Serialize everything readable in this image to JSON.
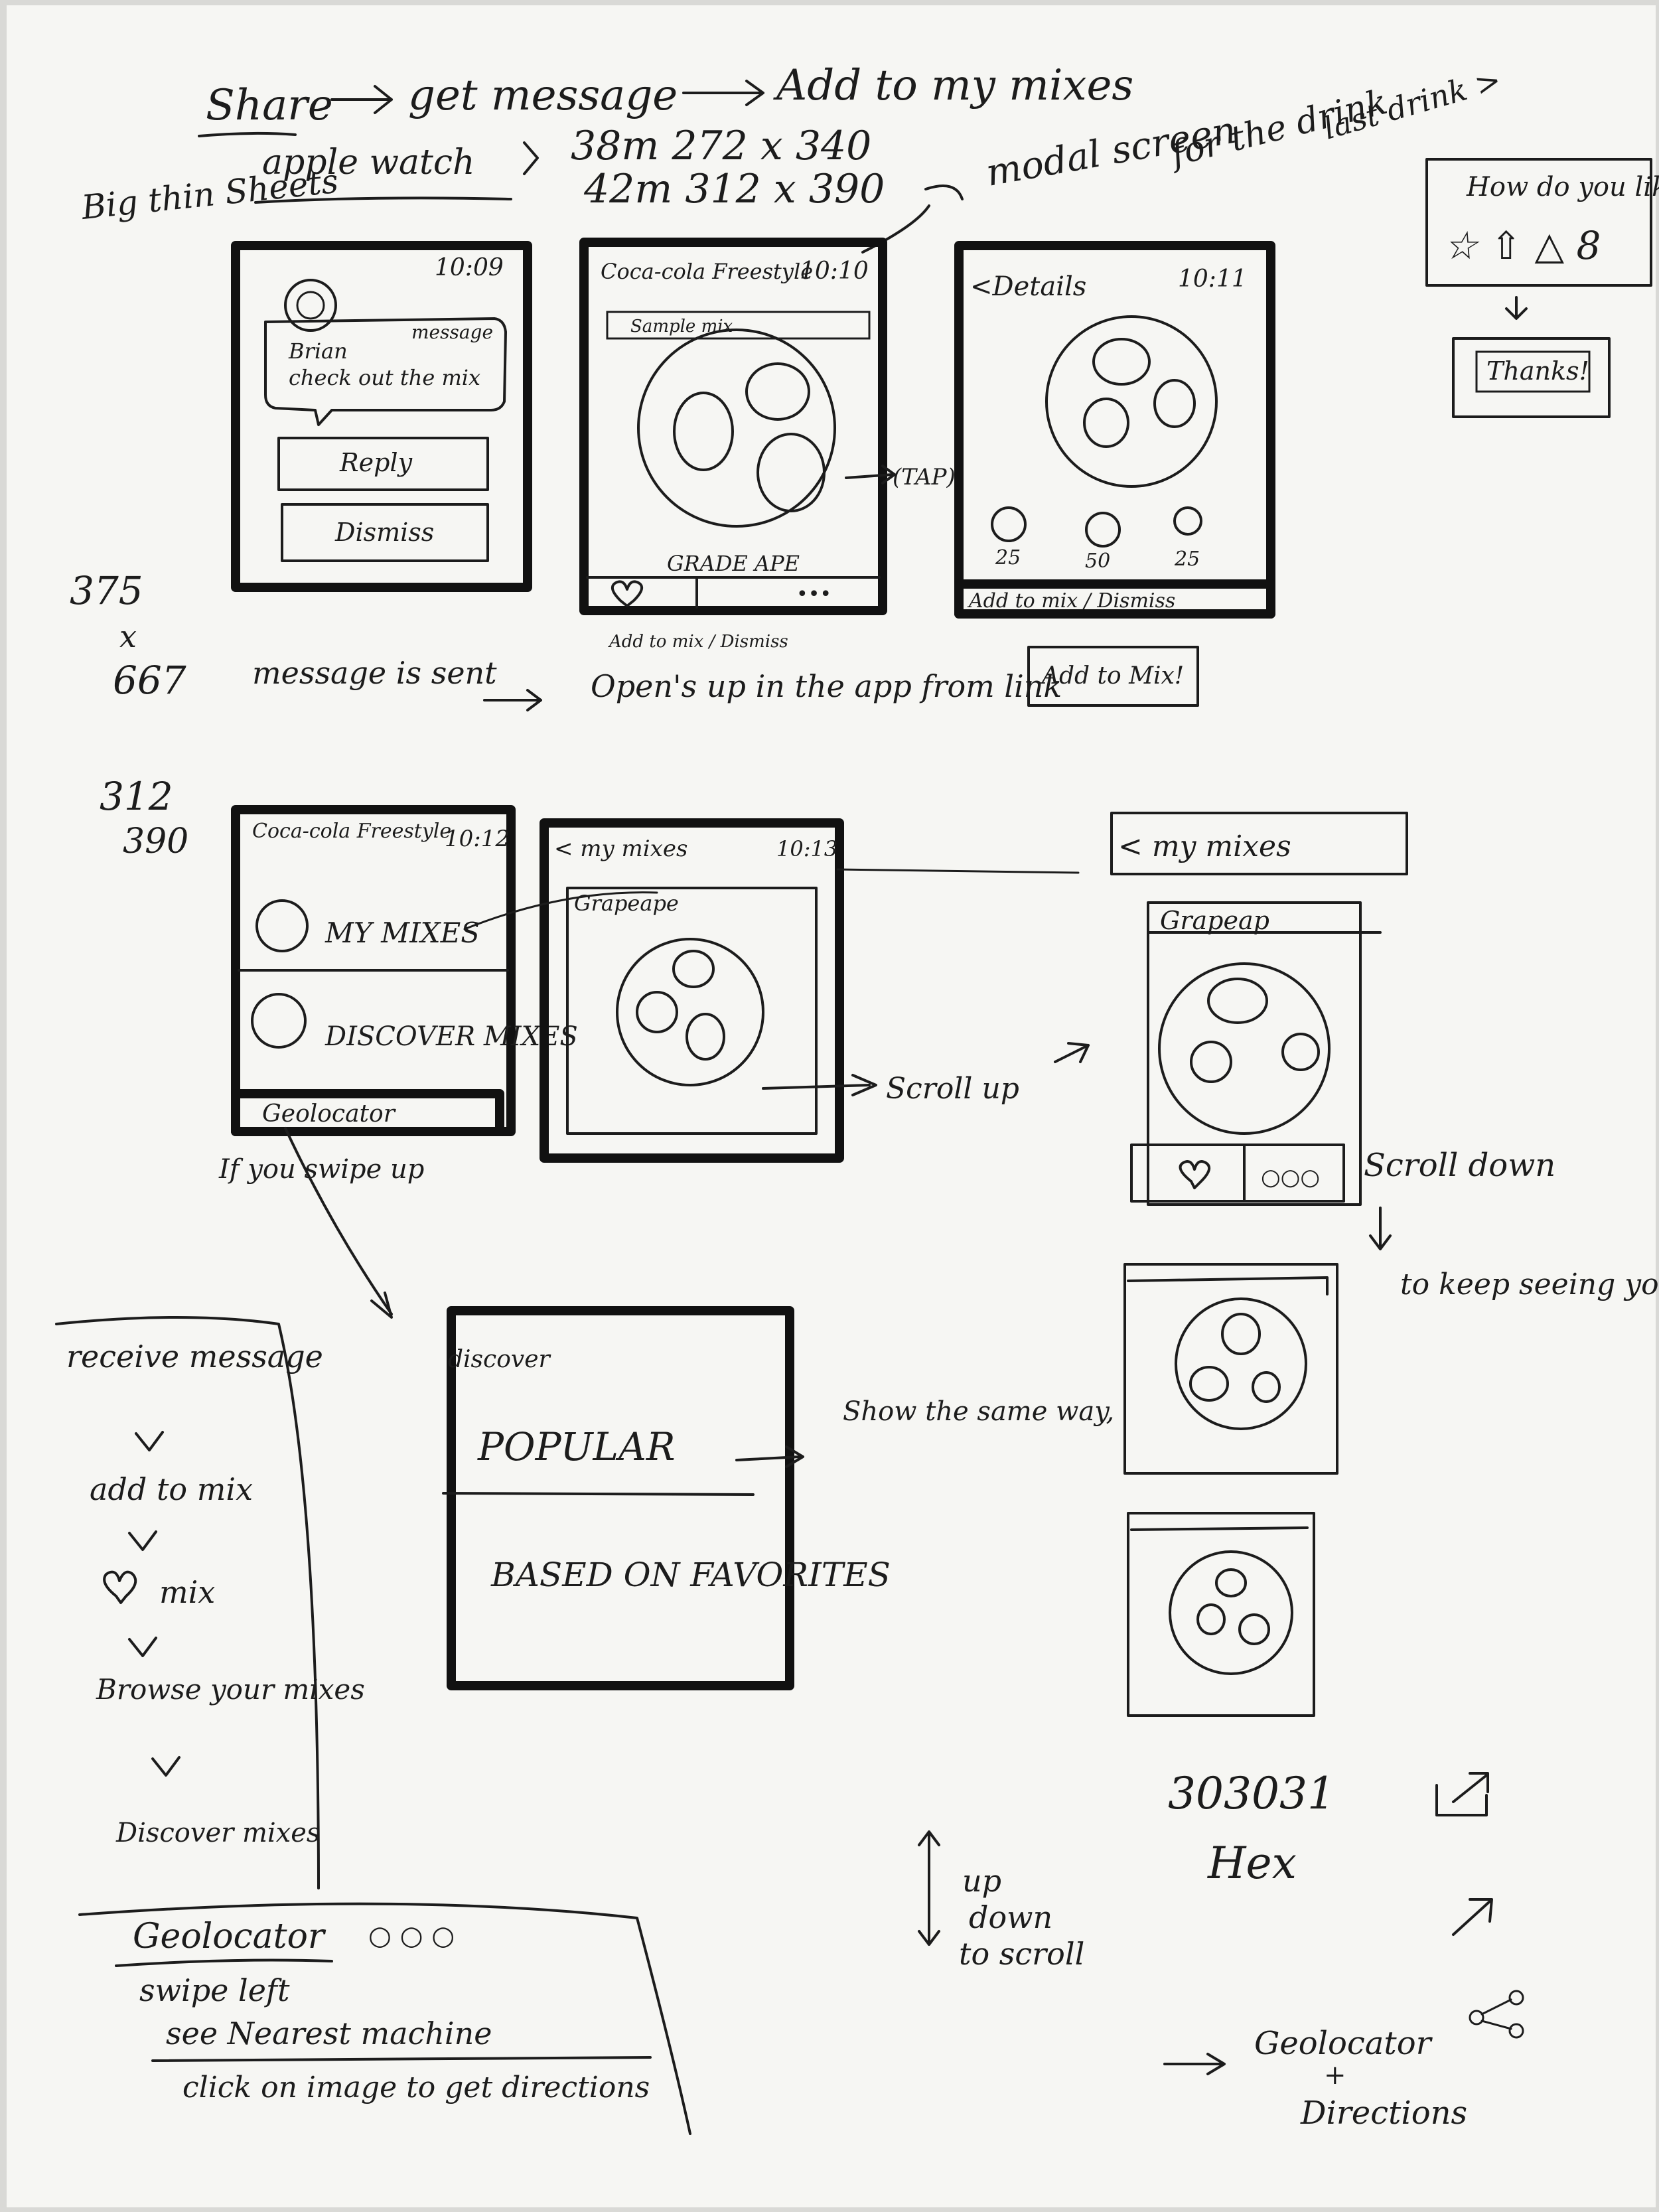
{
  "colors": {
    "paper": "#f6f6f3",
    "ink": "#1c1c1c",
    "background": "#d9d9d6"
  },
  "header": {
    "line1_share": "Share",
    "line1_get_message": "get message",
    "line1_add_mixes": "Add to my mixes",
    "line2_apple_watch": "apple watch",
    "size_38mm": "38m 272 x 340",
    "size_42mm": "42m 312 x 390",
    "modal_screen": "modal screen",
    "for_the_drink": "for the drink",
    "last_drink": "last drink >",
    "big_thin_sheet": "Big thin Sheets"
  },
  "side_notes": {
    "dims_375_a": "375",
    "dims_375_b": "x",
    "dims_375_c": "667",
    "dims_312_a": "312",
    "dims_312_b": "390"
  },
  "rating_box": {
    "question": "How do you like",
    "icons": "☆ ⇧ △ 8",
    "thanks": "Thanks!"
  },
  "screen1": {
    "time": "10:09",
    "sender": "Brian",
    "label": "message",
    "text": "check out the mix",
    "reply": "Reply",
    "dismiss": "Dismiss"
  },
  "screen2": {
    "title": "Coca-cola Freestyle",
    "time": "10:10",
    "subtitle": "Sample mix",
    "drink": "GRADE APE",
    "footer_dots": "•••",
    "below": "Add to mix  /  Dismiss",
    "arrow_label": "(TAP)"
  },
  "screen3": {
    "back": "<Details",
    "time": "10:11",
    "values": [
      "25",
      "50",
      "25"
    ],
    "footer": "Add to mix  /  Dismiss",
    "add_button": "Add to Mix!"
  },
  "note_sent": "message is sent",
  "note_opens": "Open's up in the app from link",
  "screen4": {
    "title": "Coca-cola Freestyle",
    "time": "10:12",
    "my_mixes": "MY MIXES",
    "discover": "DISCOVER MIXES",
    "geolocator": "Geolocator",
    "swipe_note": "If you swipe up"
  },
  "screen5": {
    "back": "< my mixes",
    "time": "10:13",
    "drink": "Grapeape",
    "scroll_note": "Scroll up"
  },
  "screen6": {
    "back": "< my mixes",
    "drink": "Grapeap",
    "scroll_down": "Scroll down",
    "keep_seeing": "to keep seeing your mixes."
  },
  "discover_screen": {
    "title": "discover",
    "popular": "POPULAR",
    "based_on": "BASED ON FAVORITES",
    "show_same": "Show the same way,"
  },
  "flow": {
    "step1": "receive message",
    "step2": "add to mix",
    "step3": "mix",
    "step4": "Browse your mixes",
    "step5": "Discover mixes"
  },
  "geo_box": {
    "title": "Geolocator",
    "dots": "○ ○ ○",
    "line1": "swipe left",
    "line2": "see Nearest machine",
    "line3": "click on image to get directions"
  },
  "scroll_note": {
    "line1": "up",
    "line2": "down",
    "line3": "to scroll"
  },
  "hex": {
    "value": "303031",
    "label": "Hex"
  },
  "geo_dir": {
    "line1": "Geolocator",
    "line2": "+",
    "line3": "Directions"
  }
}
